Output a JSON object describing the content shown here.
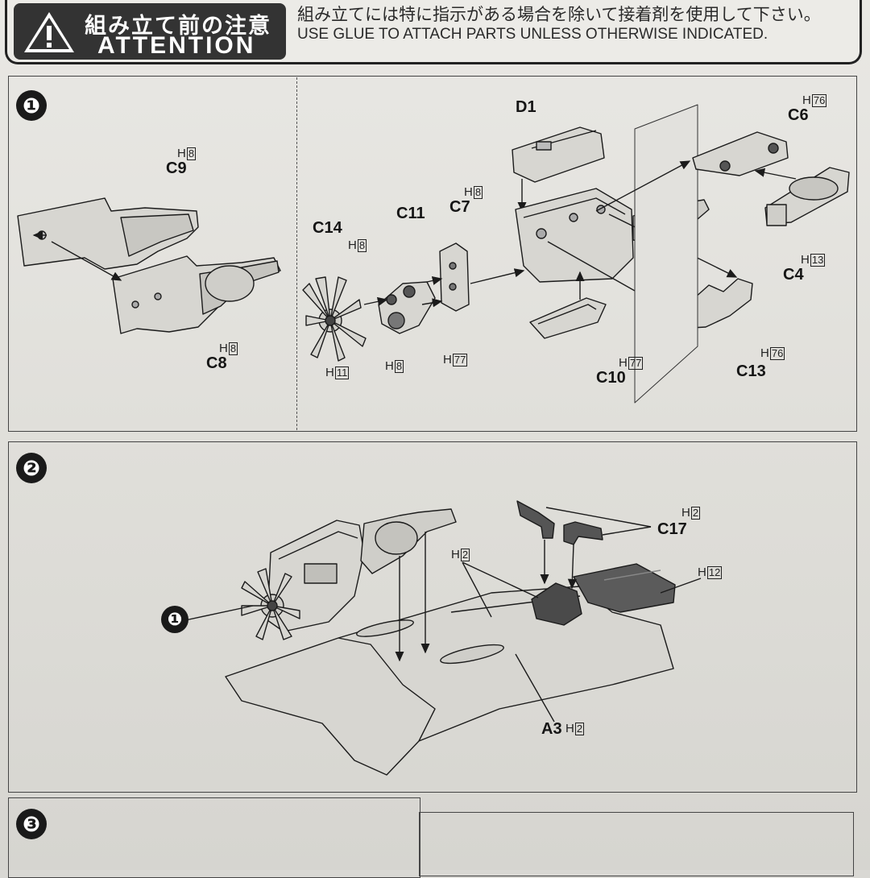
{
  "attention": {
    "title_jp": "組み立て前の注意",
    "title_en": "ATTENTION",
    "note_jp": "組み立てには特に指示がある場合を除いて接着剤を使用して下さい。",
    "note_en": "USE GLUE TO ATTACH PARTS UNLESS OTHERWISE INDICATED."
  },
  "steps": {
    "s1": "❶",
    "s2": "❷",
    "s3": "❸"
  },
  "step1": {
    "parts": {
      "c9": "C9",
      "c8": "C8",
      "c14": "C14",
      "c11": "C11",
      "c7": "C7",
      "d1": "D1",
      "c6": "C6",
      "c4": "C4",
      "c10": "C10",
      "c13": "C13"
    },
    "color_prefix": "H",
    "colors": {
      "c9": "8",
      "c8": "8",
      "h8a": "8",
      "c7": "8",
      "c14": "11",
      "h8b": "8",
      "h77a": "77",
      "c10": "77",
      "c13": "76",
      "c6": "76",
      "c4": "13"
    }
  },
  "step2": {
    "parts": {
      "ref1": "❶",
      "c17": "C17",
      "a3": "A3"
    },
    "color_prefix": "H",
    "colors": {
      "c17": "2",
      "h2": "2",
      "h12": "12",
      "a3": "2"
    }
  },
  "colors": {
    "ink": "#1b1b1b",
    "paper": "#e6e5e1",
    "badge": "#333333",
    "part_fill": "#d7d6d1",
    "part_dark": "#4a4a4a"
  }
}
